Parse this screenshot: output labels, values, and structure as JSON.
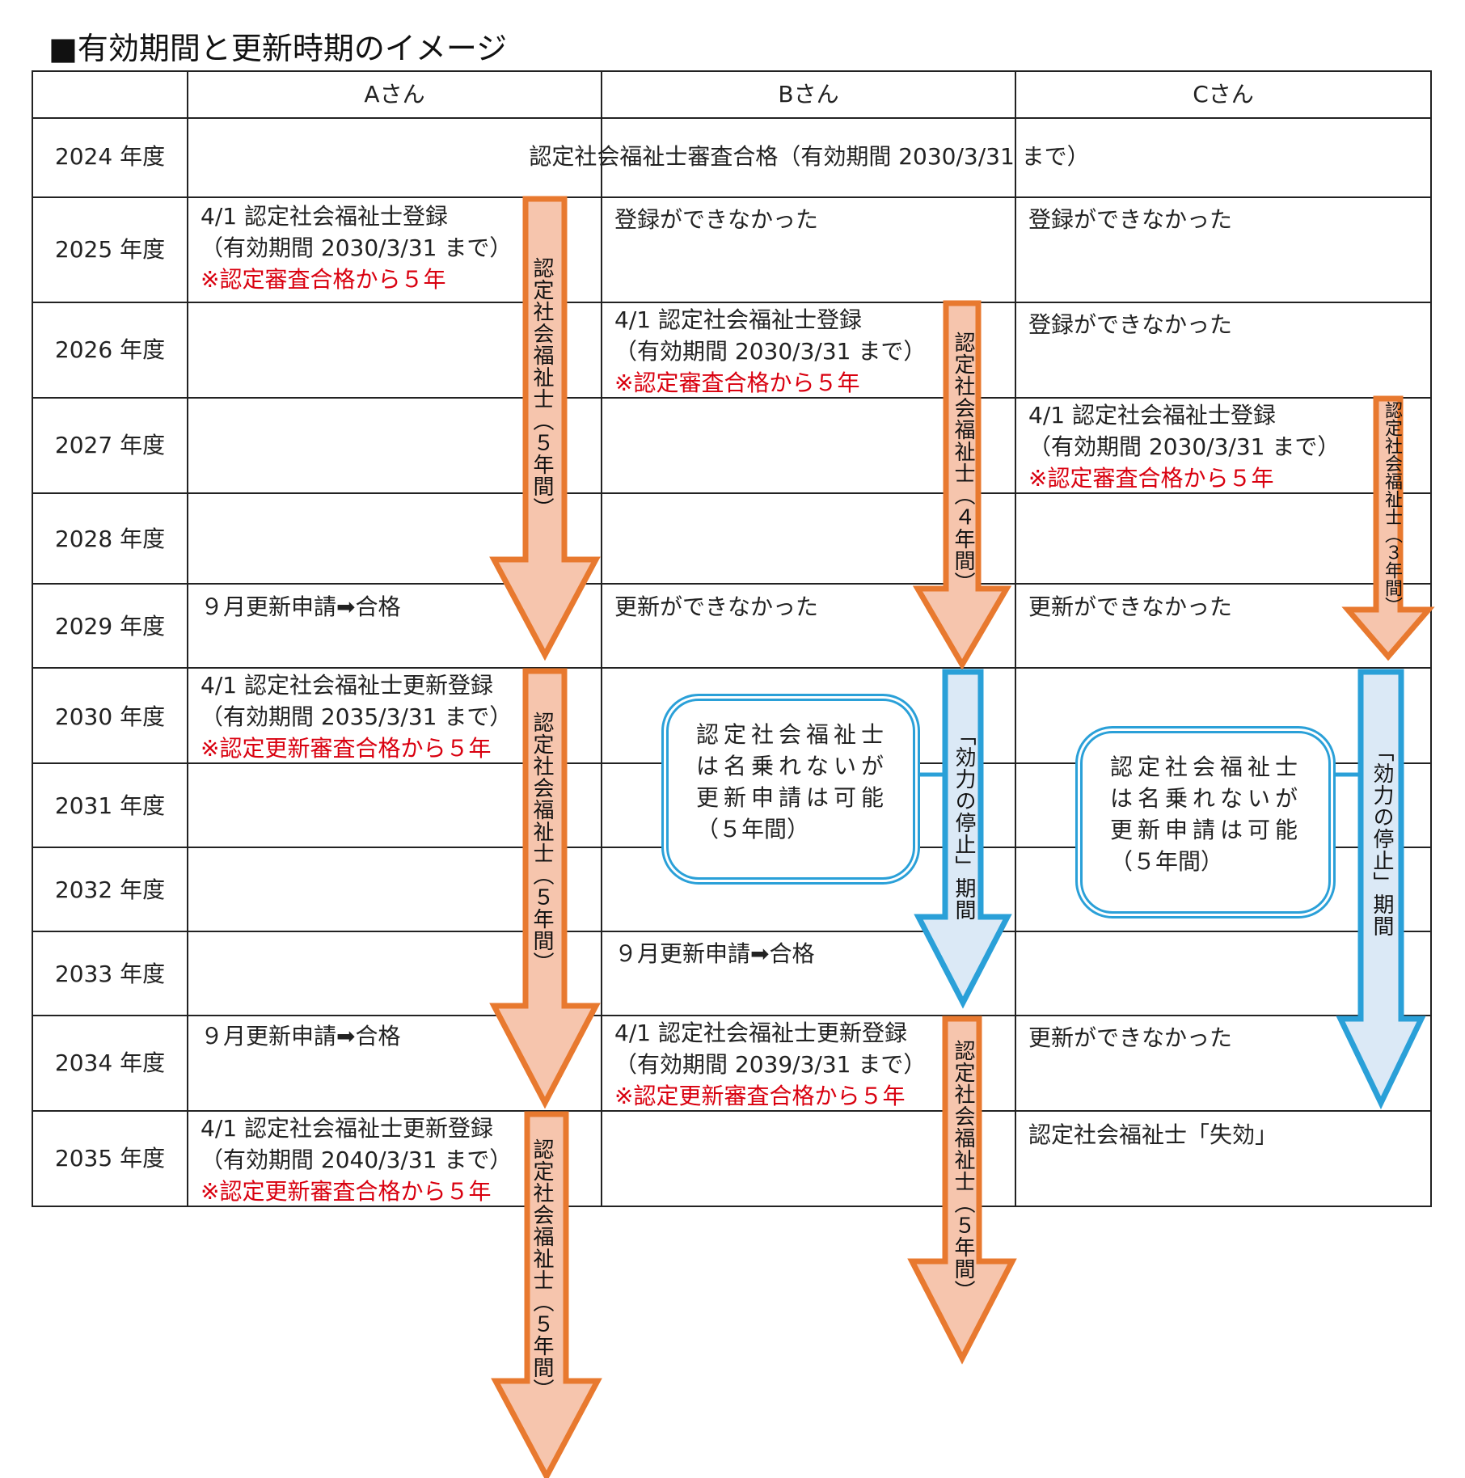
{
  "title": "■有効期間と更新時期のイメージ",
  "colors": {
    "grid_line": "#222222",
    "orange_stroke": "#e8792f",
    "orange_fill": "#f6c5ad",
    "blue_stroke": "#2aa0d8",
    "blue_fill": "#dbe9f6",
    "red_text": "#d9000f"
  },
  "columns": [
    "Aさん",
    "Bさん",
    "Cさん"
  ],
  "years": [
    "2024 年度",
    "2025 年度",
    "2026 年度",
    "2027 年度",
    "2028 年度",
    "2029 年度",
    "2030 年度",
    "2031 年度",
    "2032 年度",
    "2033 年度",
    "2034 年度",
    "2035 年度"
  ],
  "row2024": "認定社会福祉士審査合格（有効期間 2030/3/31 まで）",
  "a": {
    "r2025": [
      "4/1 認定社会福祉士登録",
      "（有効期間 2030/3/31 まで）",
      "※認定審査合格から５年"
    ],
    "r2029": "９月更新申請➡合格",
    "r2030": [
      "4/1 認定社会福祉士更新登録",
      "（有効期間 2035/3/31 まで）",
      "※認定更新審査合格から５年"
    ],
    "r2034": "９月更新申請➡合格",
    "r2035": [
      "4/1 認定社会福祉士更新登録",
      "（有効期間 2040/3/31 まで）",
      "※認定更新審査合格から５年"
    ]
  },
  "b": {
    "r2025": "登録ができなかった",
    "r2026": [
      "4/1 認定社会福祉士登録",
      "（有効期間 2030/3/31 まで）",
      "※認定審査合格から５年"
    ],
    "r2029": "更新ができなかった",
    "r2033": "９月更新申請➡合格",
    "r2034": [
      "4/1 認定社会福祉士更新登録",
      "（有効期間 2039/3/31 まで）",
      "※認定更新審査合格から５年"
    ]
  },
  "c": {
    "r2025": "登録ができなかった",
    "r2026": "登録ができなかった",
    "r2027": [
      "4/1 認定社会福祉士登録",
      "（有効期間 2030/3/31 まで）",
      "※認定審査合格から５年"
    ],
    "r2029": "更新ができなかった",
    "r2034": "更新ができなかった",
    "r2035": "認定社会福祉士「失効」"
  },
  "arrows": {
    "a1": "認定社会福祉士（５年間）",
    "a2": "認定社会福祉士（５年間）",
    "a3": "認定社会福祉士（５年間）",
    "b1": "認定社会福祉士（４年間）",
    "b2": "認定社会福祉士（５年間）",
    "c1": "認定社会福祉士（３年間）",
    "b_suspend": "「効力の停止」期間",
    "c_suspend": "「効力の停止」期間"
  },
  "callout": [
    "認定社会福祉士",
    "は名乗れないが",
    "更新申請は可能",
    "（５年間）"
  ]
}
